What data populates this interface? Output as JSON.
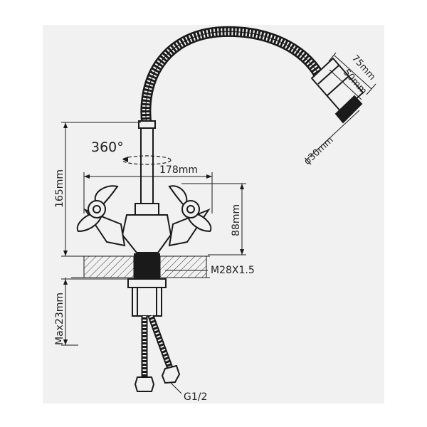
{
  "labels": {
    "rotation": "360°",
    "width_178": "178mm",
    "height_165": "165mm",
    "height_88": "88mm",
    "thread_m28": "M28X1.5",
    "max_23": "Max23mm",
    "dim_75": "75mm",
    "dim_50": "50mm",
    "diameter_30": "ϕ30mm",
    "thread_g12": "G1/2"
  },
  "colors": {
    "background": "#f1f1f1",
    "line": "#1a1a1a"
  }
}
